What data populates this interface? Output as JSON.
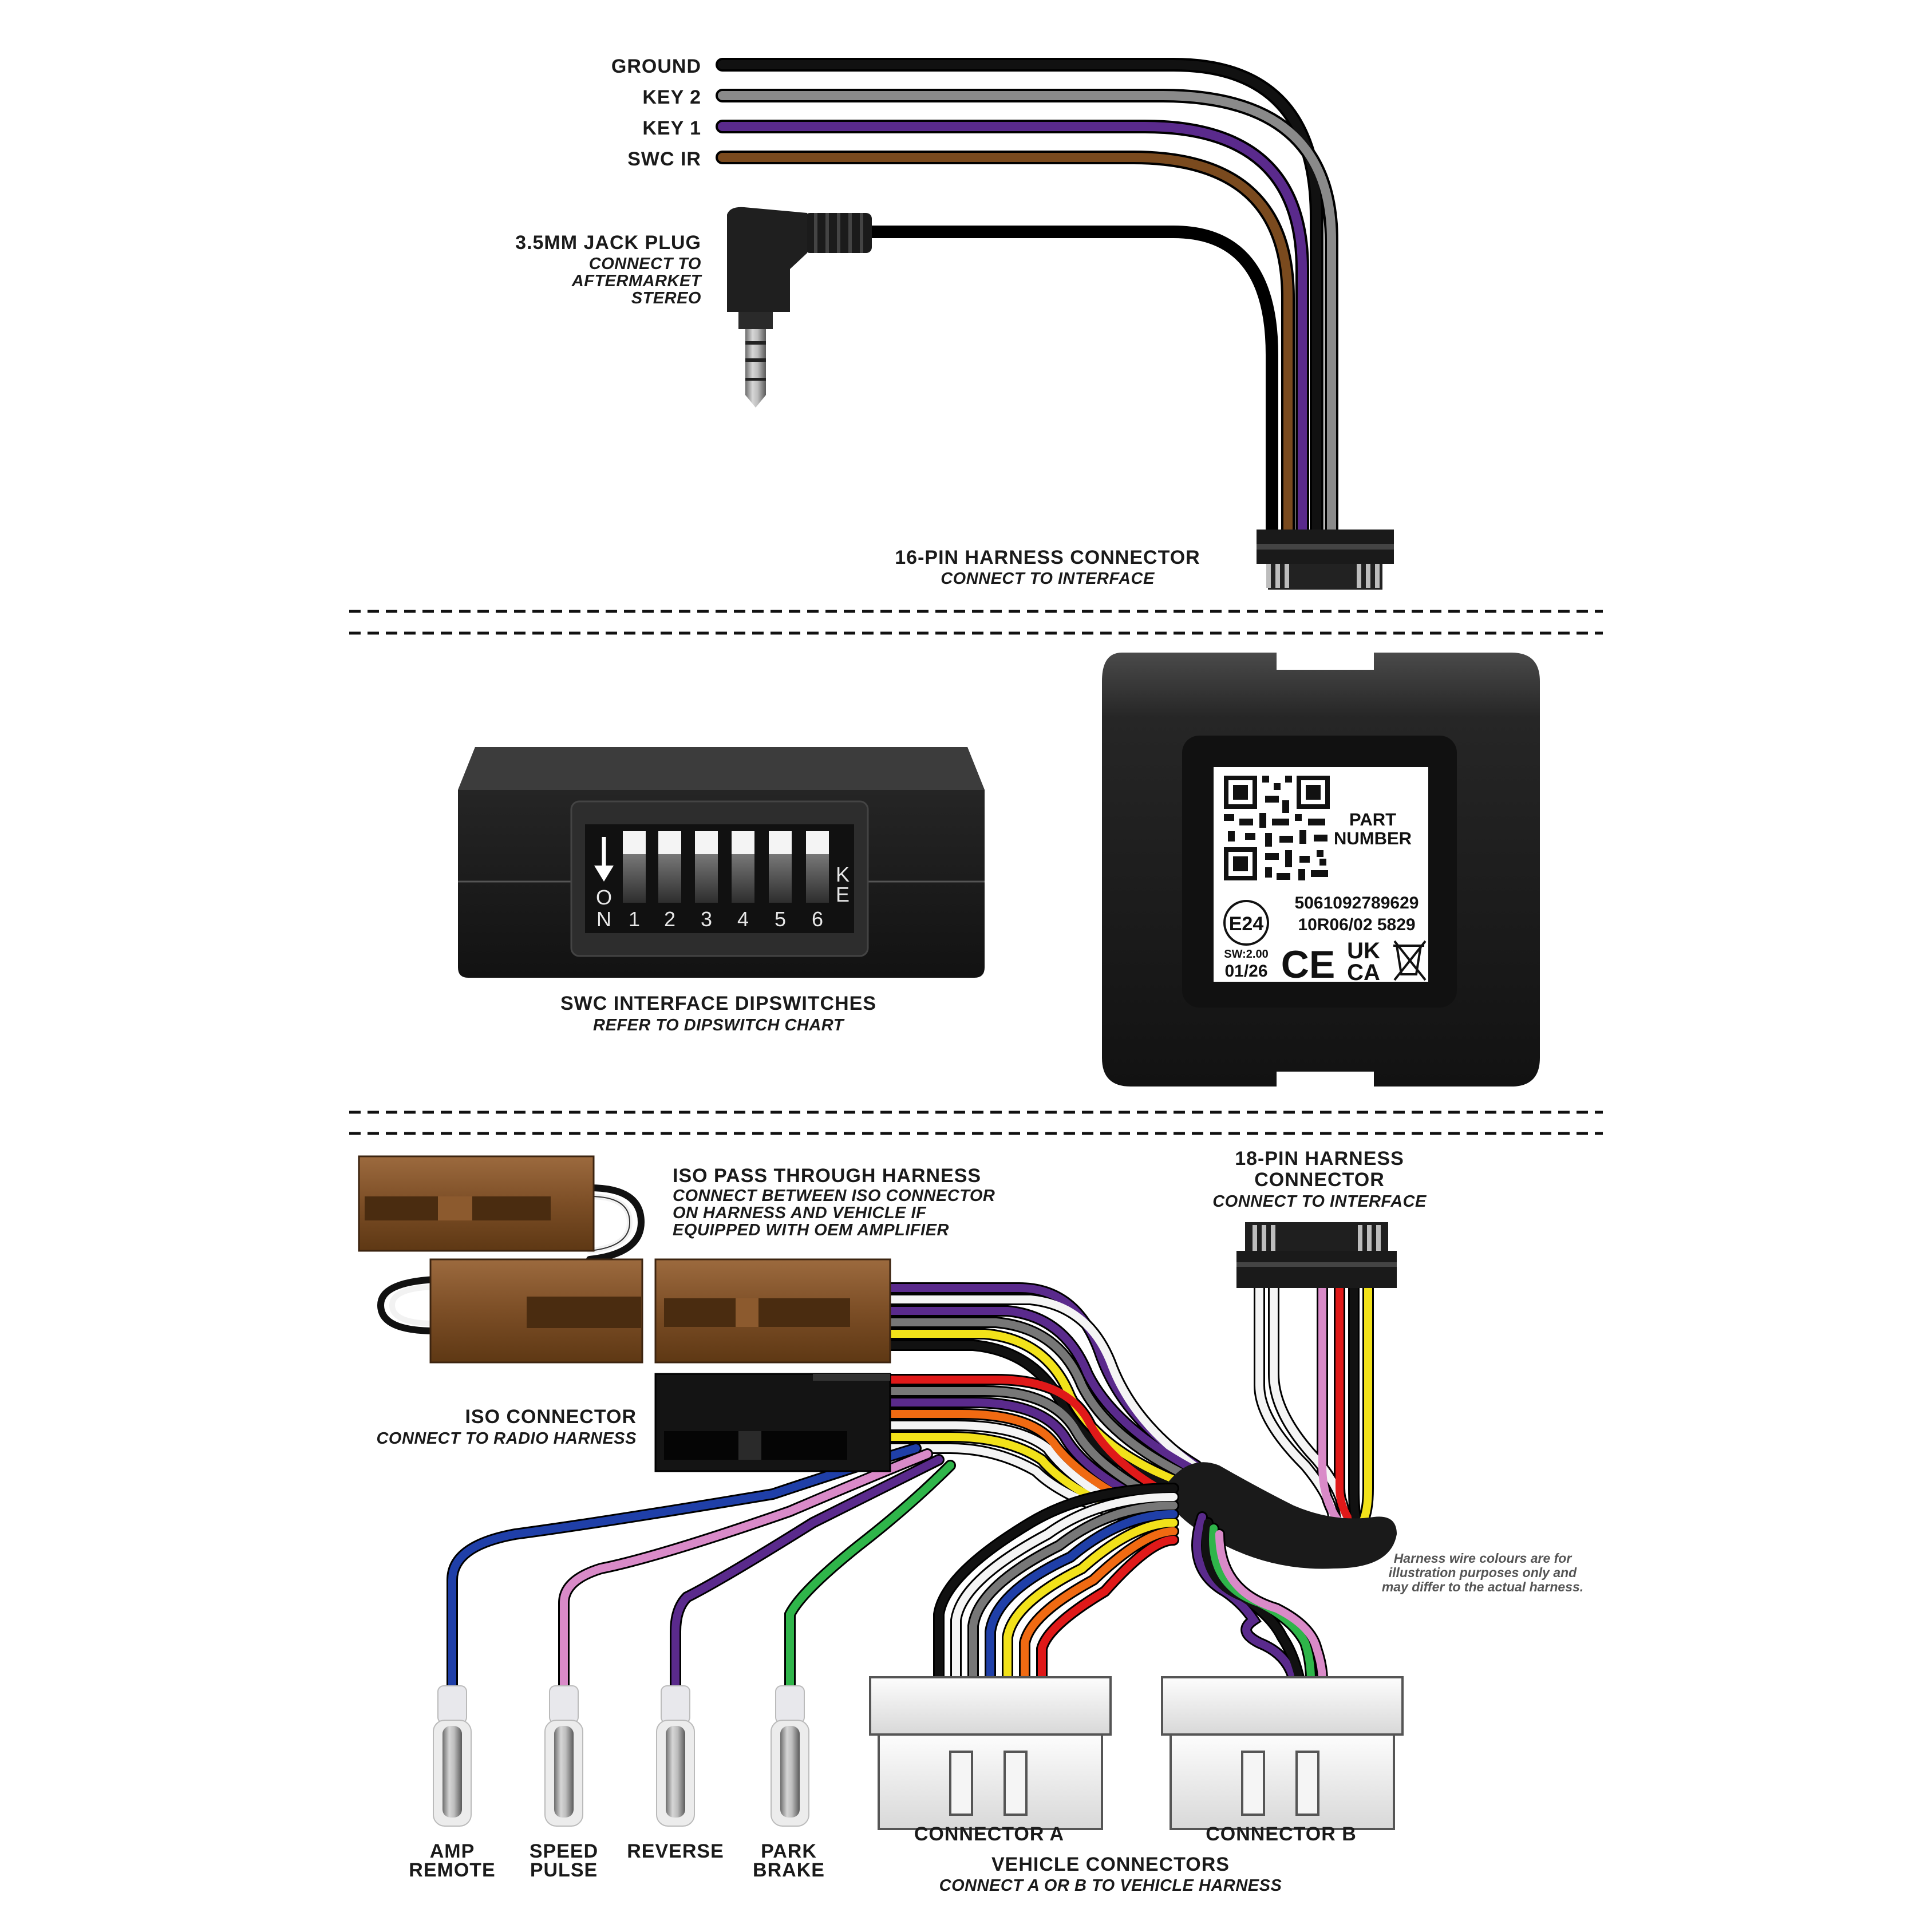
{
  "top_wires": {
    "ground": "GROUND",
    "key2": "KEY 2",
    "key1": "KEY 1",
    "swc_ir": "SWC IR"
  },
  "jack": {
    "title": "3.5MM JACK PLUG",
    "note_1": "CONNECT TO",
    "note_2": "AFTERMARKET",
    "note_3": "STEREO"
  },
  "harness16": {
    "title": "16-PIN HARNESS CONNECTOR",
    "note": "CONNECT TO INTERFACE"
  },
  "dipswitch": {
    "on_1": "O",
    "on_2": "N",
    "numbers": [
      "1",
      "2",
      "3",
      "4",
      "5",
      "6"
    ],
    "side_1": "K",
    "side_2": "E",
    "title": "SWC INTERFACE DIPSWITCHES",
    "note": "REFER TO DIPSWITCH CHART"
  },
  "label": {
    "part_1": "PART",
    "part_2": "NUMBER",
    "barcode": "5061092789629",
    "approval": "10R06/02 5829",
    "e_mark": "E24",
    "sw": "SW:2.00",
    "date": "01/26",
    "ce": "CE",
    "ukca_1": "UK",
    "ukca_2": "CA"
  },
  "iso_pass": {
    "title": "ISO PASS THROUGH HARNESS",
    "note_1": "CONNECT BETWEEN ISO CONNECTOR",
    "note_2": "ON HARNESS AND VEHICLE IF",
    "note_3": "EQUIPPED WITH OEM AMPLIFIER"
  },
  "harness18": {
    "title_1": "18-PIN HARNESS",
    "title_2": "CONNECTOR",
    "note": "CONNECT TO INTERFACE"
  },
  "iso_connector": {
    "title": "ISO CONNECTOR",
    "note": "CONNECT TO RADIO HARNESS"
  },
  "disclaimer": {
    "line_1": "Harness wire colours are for",
    "line_2": "illustration purposes only and",
    "line_3": "may differ to the actual harness."
  },
  "bullets": {
    "amp_1": "AMP",
    "amp_2": "REMOTE",
    "speed_1": "SPEED",
    "speed_2": "PULSE",
    "reverse": "REVERSE",
    "park_1": "PARK",
    "park_2": "BRAKE"
  },
  "vehicle": {
    "conn_a": "CONNECTOR A",
    "conn_b": "CONNECTOR B",
    "title": "VEHICLE CONNECTORS",
    "note": "CONNECT A OR B TO VEHICLE HARNESS"
  },
  "colors": {
    "black": "#111111",
    "grey": "#7a7a7a",
    "purple": "#5a2a8c",
    "brown": "#7a4a1e",
    "yellow": "#f2e21a",
    "red": "#e01919",
    "orange": "#f06a12",
    "blue": "#1f3fa8",
    "pink": "#d98ac8",
    "green": "#2fb54a",
    "white": "#f4f4f4"
  }
}
